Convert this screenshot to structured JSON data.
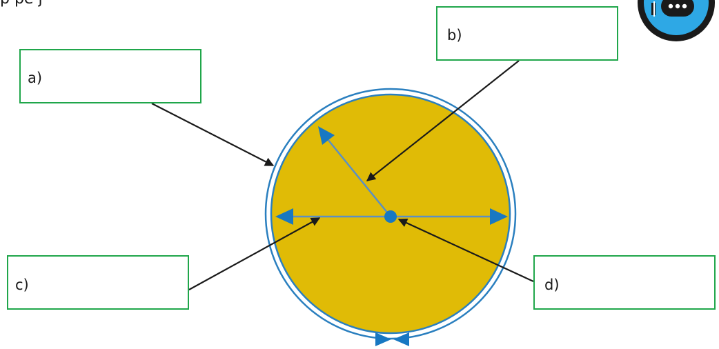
{
  "header": {
    "partial_text": "p                                                                          pe      j"
  },
  "labels": {
    "a": "a)",
    "b": "b)",
    "c": "c)",
    "d": "d)"
  },
  "badge": {
    "icon": "submarine-chat-icon",
    "color": "#2ea8e5"
  },
  "colors": {
    "circle_fill": "#e0bb06",
    "circle_stroke": "#2a7fbf",
    "arrow_blue": "#1878c2",
    "box_border": "#1fa64a",
    "pointer_line": "#1a1a1a"
  }
}
